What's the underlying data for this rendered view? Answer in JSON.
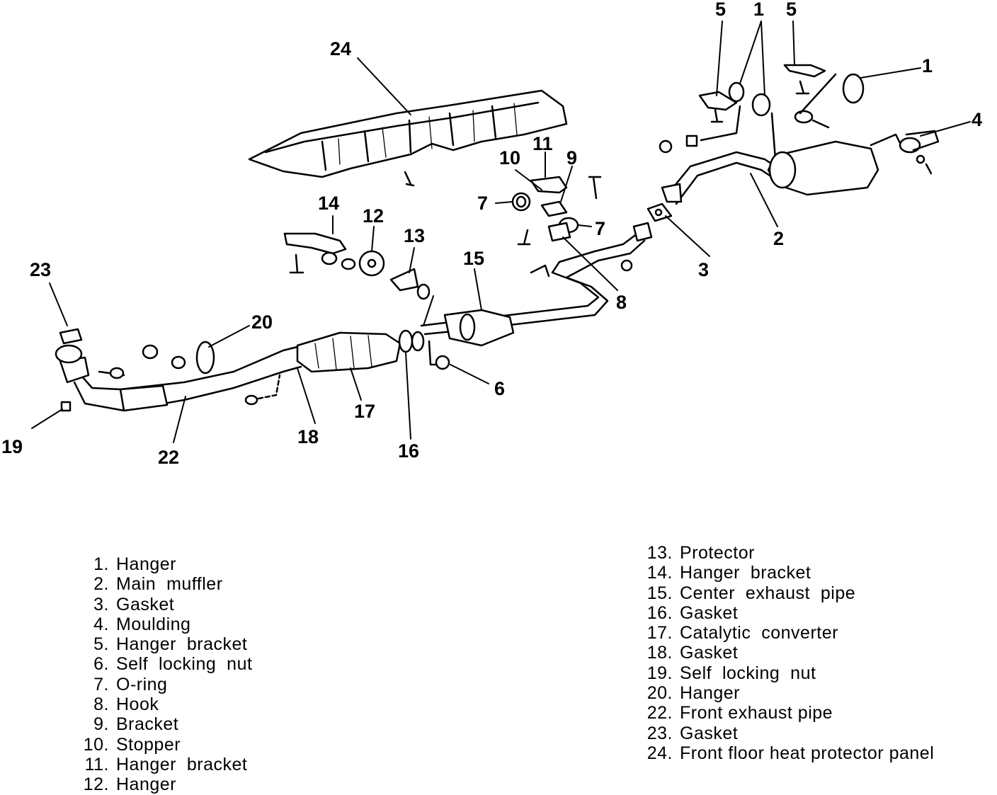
{
  "labels": [
    "24",
    "5",
    "1",
    "5",
    "1",
    "4",
    "2",
    "3",
    "11",
    "10",
    "9",
    "7",
    "7",
    "8",
    "14",
    "12",
    "13",
    "15",
    "23",
    "20",
    "6",
    "17",
    "16",
    "18",
    "22",
    "19"
  ],
  "legend_left": [
    {
      "num": "1.",
      "text": "Hanger"
    },
    {
      "num": "2.",
      "text": "Main  muffler"
    },
    {
      "num": "3.",
      "text": "Gasket"
    },
    {
      "num": "4.",
      "text": "Moulding"
    },
    {
      "num": "5.",
      "text": "Hanger  bracket"
    },
    {
      "num": "6.",
      "text": "Self  locking  nut"
    },
    {
      "num": "7.",
      "text": "O-ring"
    },
    {
      "num": "8.",
      "text": "Hook"
    },
    {
      "num": "9.",
      "text": "Bracket"
    },
    {
      "num": "10.",
      "text": "Stopper"
    },
    {
      "num": "11.",
      "text": "Hanger  bracket"
    },
    {
      "num": "12.",
      "text": "Hanger"
    }
  ],
  "legend_right": [
    {
      "num": "13.",
      "text": "Protector"
    },
    {
      "num": "14.",
      "text": "Hanger  bracket"
    },
    {
      "num": "15.",
      "text": "Center  exhaust  pipe"
    },
    {
      "num": "16.",
      "text": "Gasket"
    },
    {
      "num": "17.",
      "text": "Catalytic  converter"
    },
    {
      "num": "18.",
      "text": "Gasket"
    },
    {
      "num": "19.",
      "text": "Self  locking  nut"
    },
    {
      "num": "20.",
      "text": "Hanger"
    },
    {
      "num": "22.",
      "text": "Front exhaust pipe"
    },
    {
      "num": "23.",
      "text": "Gasket"
    },
    {
      "num": "24.",
      "text": "Front floor heat protector panel"
    }
  ]
}
